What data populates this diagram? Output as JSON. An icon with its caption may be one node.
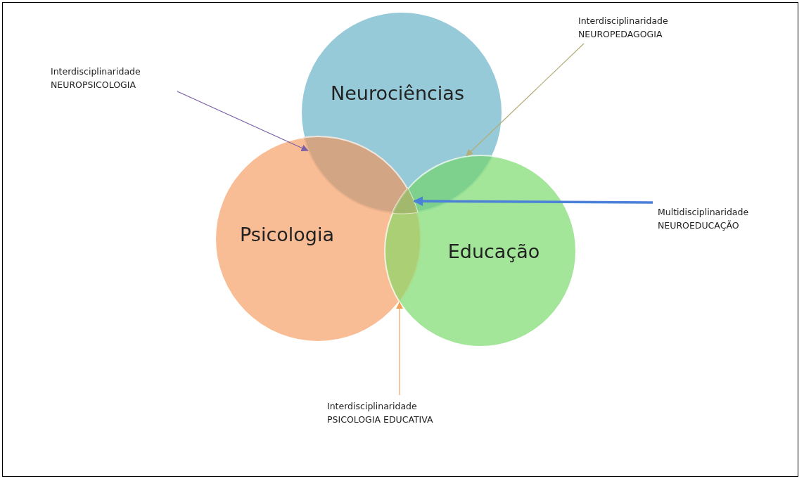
{
  "diagram": {
    "nodes": [
      {
        "text": [
          "Neurociências"
        ]
      },
      {
        "text": [
          "Psicologia"
        ]
      },
      {
        "text": [
          "Educação"
        ]
      },
      {
        "text": [
          "Interdisciplinaridade",
          "NEUROPSICOLOGIA"
        ]
      },
      {
        "text": [
          "Interdisciplinaridade",
          "NEUROPEDAGOGIA"
        ]
      },
      {
        "text": [
          "Multidisciplinaridade",
          "NEUROEDUCAÇÃO"
        ]
      },
      {
        "text": [
          "Interdisciplinaridade",
          "PSICOLOGIA EDUCATIVA"
        ]
      },
      {
        "text": [],
        "shape": "lens"
      },
      {
        "text": [],
        "shape": "lens"
      },
      {
        "text": [],
        "shape": "triangle"
      },
      {
        "text": [],
        "shape": "lens"
      }
    ],
    "edges": [
      {
        "from": 3,
        "to": 7,
        "arrow": "to",
        "color": "#7b5fa6"
      },
      {
        "from": 4,
        "to": 8,
        "arrow": "to",
        "color": "#b3ad78"
      },
      {
        "from": 5,
        "to": 9,
        "arrow": "to",
        "style": "thick",
        "color": "#4a80d8"
      },
      {
        "from": 6,
        "to": 10,
        "arrow": "to",
        "color": "#f0a258"
      }
    ]
  }
}
